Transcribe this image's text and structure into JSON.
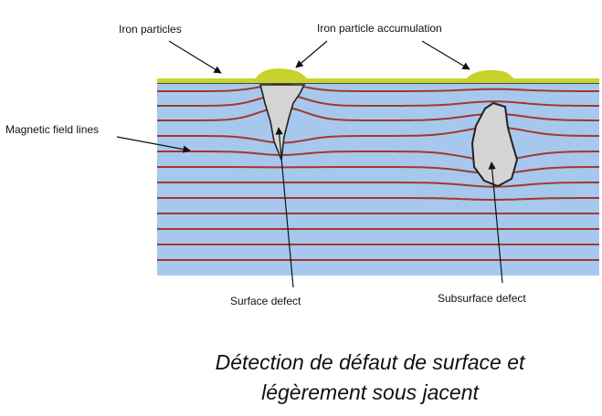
{
  "labels": {
    "iron_particles": "Iron particles",
    "iron_particle_accumulation": "Iron particle accumulation",
    "magnetic_field_lines": "Magnetic field lines",
    "surface_defect": "Surface defect",
    "subsurface_defect": "Subsurface defect"
  },
  "caption": {
    "line1": "Détection de défaut de surface et",
    "line2": "légèrement sous jacent"
  },
  "colors": {
    "specimen": "#a6c8ef",
    "field_line": "#a0392b",
    "iron_particles": "#c8d22c",
    "defect": "#d4d4d4",
    "outline": "#222222"
  }
}
